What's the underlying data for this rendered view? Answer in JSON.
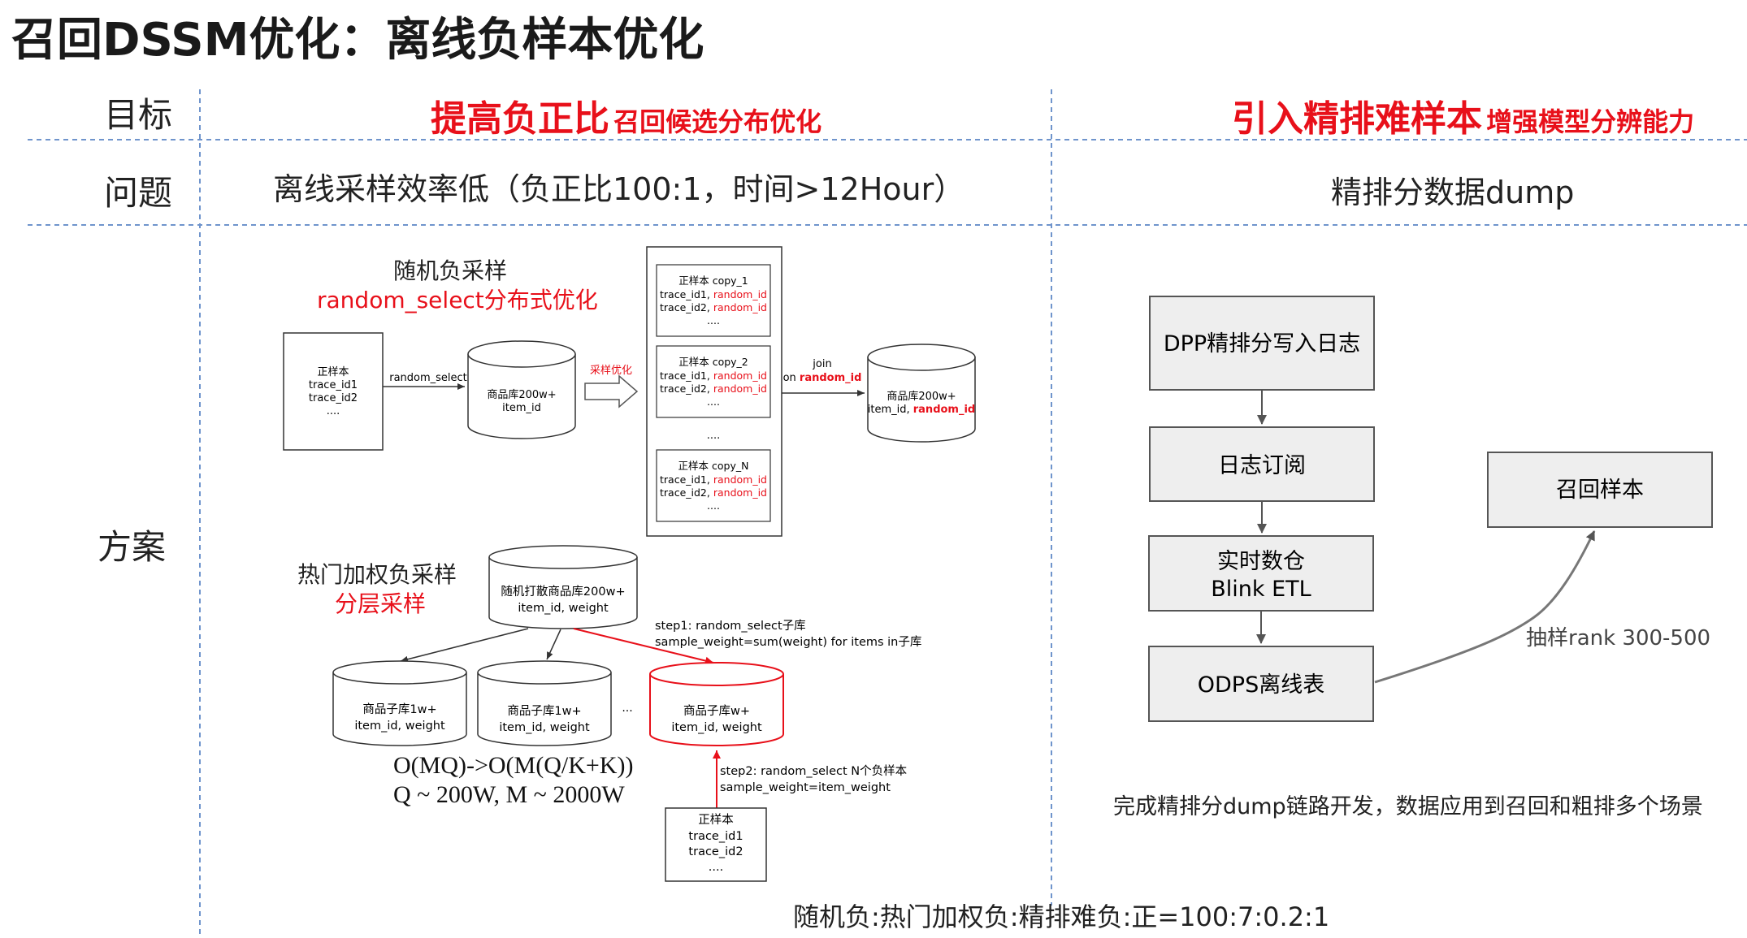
{
  "title": "召回DSSM优化：离线负样本优化",
  "rows": {
    "goal_label": "目标",
    "problem_label": "问题",
    "plan_label": "方案"
  },
  "left": {
    "goal_main": "提高负正比",
    "goal_sub": "召回候选分布优化",
    "problem": "离线采样效率低（负正比100:1，时间>12Hour）",
    "random_title": "随机负采样",
    "random_subtitle": "random_select分布式优化",
    "positive_box": [
      "正样本",
      "trace_id1",
      "trace_id2",
      "...."
    ],
    "random_select_label": "random_select",
    "goods_db": [
      "商品库200w+",
      "item_id"
    ],
    "sample_opt_label": "采样优化",
    "copy1": [
      "正样本 copy_1",
      "trace_id1, ",
      "random_id",
      "trace_id2, ",
      "random_id",
      "...."
    ],
    "copy2": [
      "正样本 copy_2",
      "trace_id1, ",
      "random_id",
      "trace_id2, ",
      "random_id",
      "...."
    ],
    "copy_ellipsis": "....",
    "copyN": [
      "正样本 copy_N",
      "trace_id1, ",
      "random_id",
      "trace_id2, ",
      "random_id",
      "...."
    ],
    "join_label": [
      "join",
      "on ",
      "random_id"
    ],
    "joined_db": [
      "商品库200w+",
      "item_id, ",
      "random_id"
    ],
    "hot_title": "热门加权负采样",
    "hot_subtitle": "分层采样",
    "shuffled_db": [
      "随机打散商品库200w+",
      "item_id, weight"
    ],
    "sub1": [
      "商品子库1w+",
      "item_id, weight"
    ],
    "sub2": [
      "商品子库1w+",
      "item_id, weight"
    ],
    "sub_ellipsis": "...",
    "sub3": [
      "商品子库w+",
      "item_id, weight"
    ],
    "step1": [
      "step1: random_select子库",
      "sample_weight=sum(weight) for items in子库"
    ],
    "step2": [
      "step2: random_select N个负样本",
      "sample_weight=item_weight"
    ],
    "positive_box2": [
      "正样本",
      "trace_id1",
      "trace_id2",
      "...."
    ],
    "complexity": [
      "O(MQ)->O(M(Q/K+K))",
      "Q ~ 200W, M ~ 2000W"
    ]
  },
  "right": {
    "goal_main": "引入精排难样本",
    "goal_sub": "增强模型分辨能力",
    "problem": "精排分数据dump",
    "flow": [
      "DPP精排分写入日志",
      "日志订阅",
      "实时数仓",
      "Blink ETL",
      "ODPS离线表"
    ],
    "recall_sample": "召回样本",
    "sample_rank": "抽样rank 300-500",
    "summary": "完成精排分dump链路开发，数据应用到召回和粗排多个场景"
  },
  "ratio": "随机负:热门加权负:精排难负:正=100:7:0.2:1",
  "colors": {
    "accent_red": "#e8101a",
    "divider_blue": "#6f94cc",
    "box_fill": "#eeeeee"
  }
}
